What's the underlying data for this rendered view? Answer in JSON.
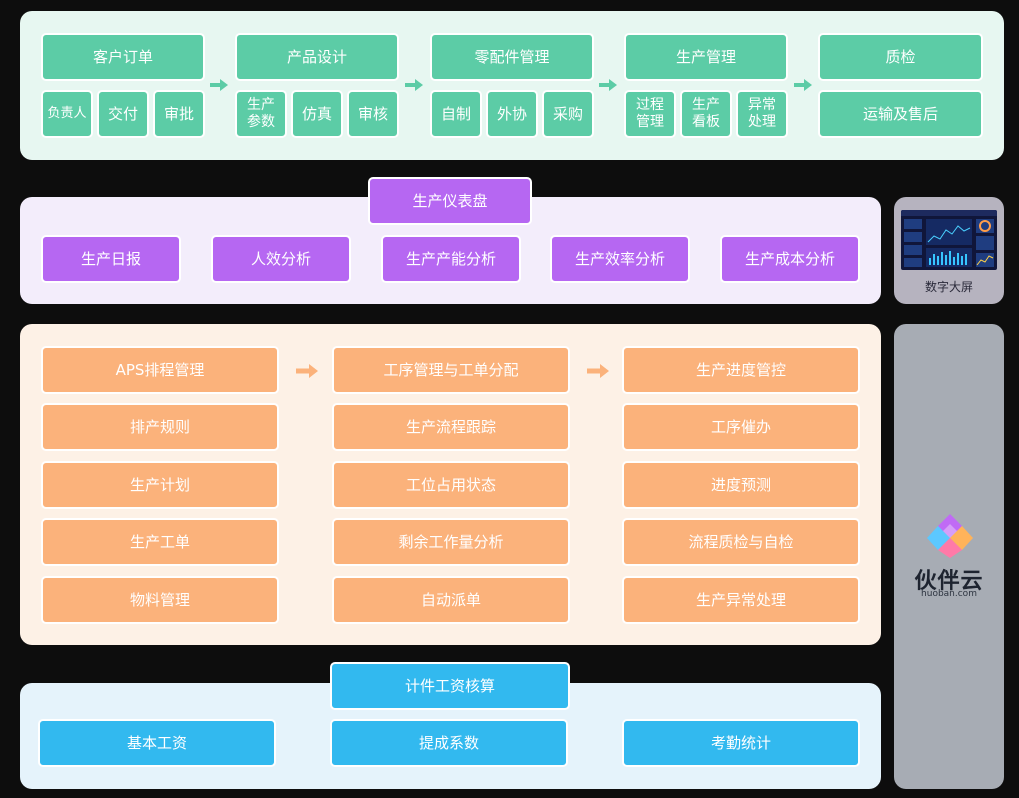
{
  "top_row": {
    "groups": [
      {
        "title": "客户订单",
        "subs": [
          "负责人",
          "交付",
          "审批"
        ]
      },
      {
        "title": "产品设计",
        "subs": [
          "生产\n参数",
          "仿真",
          "审核"
        ]
      },
      {
        "title": "零配件管理",
        "subs": [
          "自制",
          "外协",
          "采购"
        ]
      },
      {
        "title": "生产管理",
        "subs": [
          "过程\n管理",
          "生产\n看板",
          "异常\n处理"
        ]
      },
      {
        "title": "质检",
        "subs": [
          "运输及售后"
        ]
      }
    ]
  },
  "dashboard": {
    "title": "生产仪表盘",
    "items": [
      "生产日报",
      "人效分析",
      "生产产能分析",
      "生产效率分析",
      "生产成本分析"
    ]
  },
  "planning": {
    "columns": [
      [
        "APS排程管理",
        "排产规则",
        "生产计划",
        "生产工单",
        "物料管理"
      ],
      [
        "工序管理与工单分配",
        "生产流程跟踪",
        "工位占用状态",
        "剩余工作量分析",
        "自动派单"
      ],
      [
        "生产进度管控",
        "工序催办",
        "进度预测",
        "流程质检与自检",
        "生产异常处理"
      ]
    ]
  },
  "wages": {
    "title": "计件工资核算",
    "items": [
      "基本工资",
      "提成系数",
      "考勤统计"
    ]
  },
  "big_screen": {
    "label": "数字大屏"
  },
  "brand": {
    "name": "伙伴云",
    "url": "huoban.com"
  },
  "colors": {
    "green": "#5ccca6",
    "purple": "#b667f2",
    "orange": "#fbb27b",
    "blue": "#32b9ef"
  }
}
